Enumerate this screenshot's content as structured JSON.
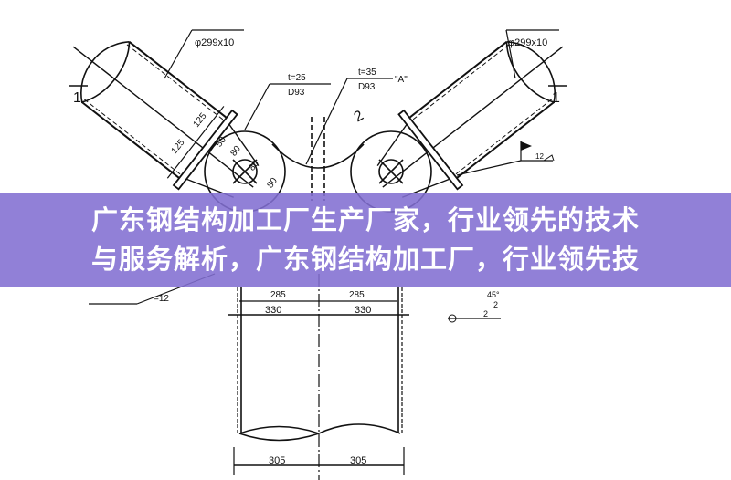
{
  "drawing": {
    "left_pipe_spec": "φ299x10",
    "right_pipe_spec": "φ299x10",
    "left_plate_thickness": "t=25",
    "left_plate_grade": "D93",
    "center_plate_thickness": "t=35",
    "center_plate_grade": "D93",
    "center_plate_mark": "\"A\"",
    "section_mark_left": "1",
    "section_mark_right": "1",
    "detail_mark": "2",
    "dim_125_a": "125",
    "dim_125_b": "125",
    "dim_50": "50",
    "dim_80_a": "80",
    "dim_80_b": "80",
    "dim_80_c": "80",
    "stiffener_thickness": "=12",
    "dim_285_left": "285",
    "dim_285_right": "285",
    "dim_330_left": "330",
    "dim_330_right": "330",
    "dim_305_left": "305",
    "dim_305_right": "305",
    "weld_size": "12",
    "weld_angle": "45°",
    "weld_gap_a": "2",
    "weld_gap_b": "2"
  },
  "banner": {
    "line1": "广东钢结构加工厂生产厂家，行业领先的技术",
    "line2": "与服务解析，广东钢结构加工厂，行业领先技",
    "color": "#826ed2"
  }
}
